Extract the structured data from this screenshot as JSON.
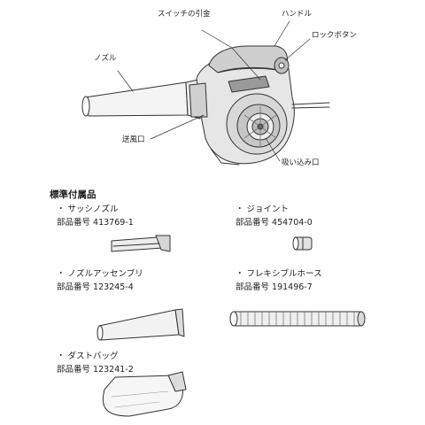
{
  "diagram": {
    "callouts": {
      "switch_trigger": "スイッチの引金",
      "handle": "ハンドル",
      "lock_button": "ロックボタン",
      "nozzle": "ノズル",
      "outlet": "送風口",
      "inlet": "吸い込み口"
    }
  },
  "accessories": {
    "title": "標準付属品",
    "part_label": "部品番号",
    "bullet": "・",
    "items": [
      {
        "name": "サッシノズル",
        "part_no": "413769-1",
        "icon": "sash-nozzle-icon"
      },
      {
        "name": "ジョイント",
        "part_no": "454704-0",
        "icon": "joint-icon"
      },
      {
        "name": "ノズルアッセンブリ",
        "part_no": "123245-4",
        "icon": "nozzle-assembly-icon"
      },
      {
        "name": "フレキシブルホース",
        "part_no": "191496-7",
        "icon": "flexible-hose-icon"
      },
      {
        "name": "ダストバッグ",
        "part_no": "123241-2",
        "icon": "dust-bag-icon"
      }
    ]
  }
}
